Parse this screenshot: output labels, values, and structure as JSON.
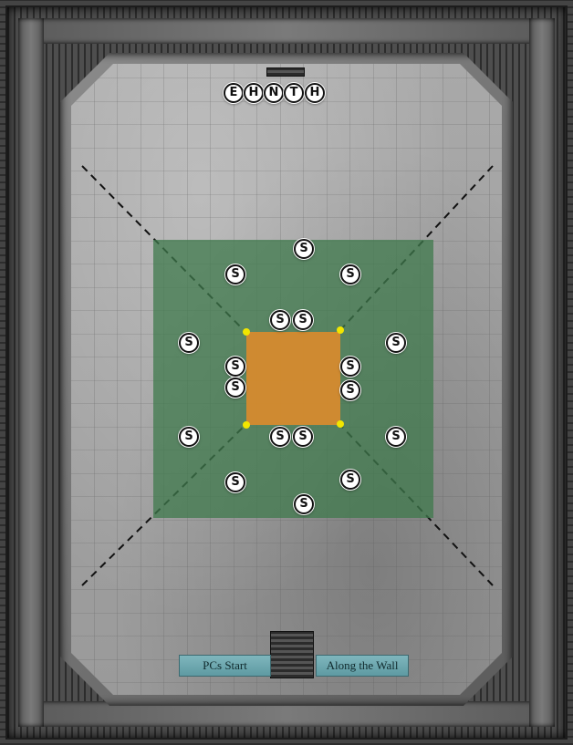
{
  "map": {
    "grid": {
      "floor_color": "#a3a3a3",
      "grid_line_color": "#555555",
      "green_zone_color": "#3f7a4c",
      "center_zone_color": "#d68a2e",
      "corner_marker_color": "#f2e600",
      "diagonal_line_color": "#111111"
    },
    "tokens": {
      "top": [
        "E",
        "H",
        "N",
        "T",
        "H"
      ],
      "s": "S"
    },
    "labels": {
      "pcs_start": "PCs Start",
      "along_the_wall": "Along the Wall"
    }
  }
}
